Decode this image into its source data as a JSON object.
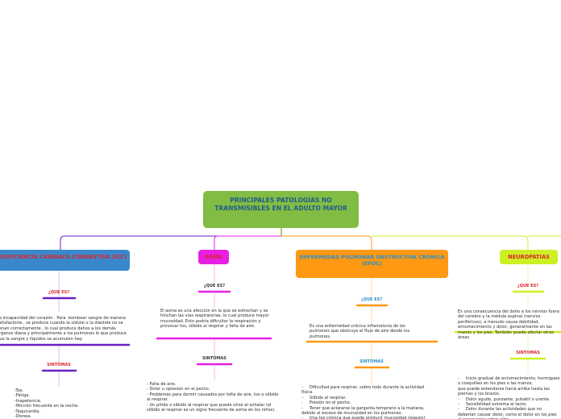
{
  "root": {
    "title": "PRINCIPALES PATOLOGÍAS NO TRANSMISIBLES EN EL ADULTO MAYOR"
  },
  "colors": {
    "root": "#82bc43",
    "icc": "#3a88cc",
    "icc_lines": "#6a1fc7",
    "asma": "#e81fe2",
    "epoc": "#ff9812",
    "neuro": "#cdf024"
  },
  "branches": {
    "icc": {
      "title": "INSUFICIENCIA CARDIACA CONGESTIVA (ICC)",
      "q_label": "¿QUE ES?",
      "q_text": "La incapacidad del corazón . Para  bombear sangre de manera satisfactoria , se produce cuando la sístole o la diástole no se llenan correctamente , lo cual produce daños a los demás órganos diana y principalmente a los pulmones lo que produce que la sangre y líquidos se acumulen hay.",
      "s_label": "SINTOMAS",
      "s_text": "-Tos.\n-Fatiga.\n-Inapetencia.\n-Micción frecuente en la noche.\n-Taquicardia.\n-Disnea."
    },
    "asma": {
      "title": "ASMA",
      "q_label": "¿QUE ES?",
      "q_text": "El asma es una afección en la que se estrechan y se hinchan las vías respiratorias, lo cual produce mayor mucosidad. Esto podría dificultar la respiración y provocar tos, silbido al respirar y falta de aire.",
      "s_label": "SINTOMAS",
      "s_text": "- Falta de aire.\n- Dolor u opresión en el pecho.\n- Problemas para dormir causados por falta de aire, tos o silbido al respirar.\n- Un pitido o silbido al respirar que puede oírse al exhalar (el silbido al respirar es un signo frecuente de asma en los niños)."
    },
    "epoc": {
      "title": "ENFERMEDAD PULMONAR OBSTRUCTIVA CRONICA (EPOC)",
      "q_label": "¿QUE ES?",
      "q_text": "Es una enfermedad crónica inflamatoria de los pulmones que obstruye el flujo de aire desde los pulmones.",
      "s_label": "SINTOMAS",
      "s_text": "-     Dificultad para respirar, sobre todo durante la actividad física.\n-     Silbido al respirar.\n-     Presión en el pecho.\n-     Tener que aclararse la garganta temprano a la mañana, debido al exceso de mucosidad en los pulmones.\n-     Una tos crónica que puede producir mucosidad (esputo)"
    },
    "neuro": {
      "title": "NEUROPATIAS",
      "q_label": "¿QUE ES?",
      "q_text": "Es una consecuencia del daño a los nervios fuera del cerebro y la médula espinal (nervios periféricos), a menudo causa debilidad, entumecimiento y dolor, generalmente en las manos y los pies. También puede afectar otras áreas",
      "s_label": "SINTOMAS",
      "s_text": "-     Inicio gradual de entumecimiento, hormigueo o cosquilleo en los pies o las manos,\nque puede extenderse hacia arriba hasta las piernas y los brazos.\n-     Dolor agudo, punzante, pulsátil o urente.\n-     Sensibilidad extrema al tacto.\n-     Dolor durante las actividades que no deberían causar dolor, como el dolor en los pies al poner peso sobre ellos"
    }
  }
}
